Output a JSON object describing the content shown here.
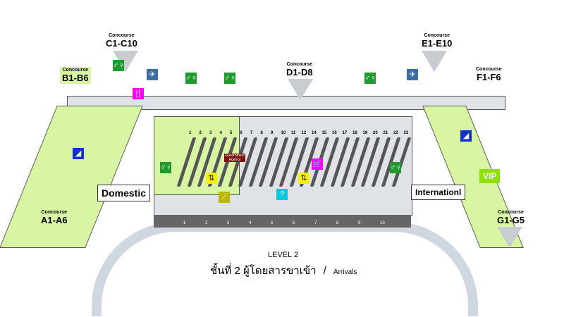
{
  "concourses": [
    {
      "small": "Concourse",
      "big": "C1-C10"
    },
    {
      "small": "Concourse",
      "big": "B1-B6"
    },
    {
      "small": "Concourse",
      "big": "A1-A6"
    },
    {
      "small": "Concourse",
      "big": "D1-D8"
    },
    {
      "small": "Concourse",
      "big": "E1-E10"
    },
    {
      "small": "Concourse",
      "big": "F1-F6"
    },
    {
      "small": "Concourse",
      "big": "G1-G5"
    }
  ],
  "zones": {
    "domestic": "Domestic",
    "international": "Internationl",
    "vip": "VIP",
    "government": "Government Agency"
  },
  "belts": [
    "1",
    "2",
    "3",
    "4",
    "5",
    "6",
    "7",
    "8",
    "9",
    "10",
    "11",
    "12",
    "14",
    "15",
    "16",
    "17",
    "18",
    "19",
    "20",
    "21",
    "22",
    "23"
  ],
  "doors": [
    "1",
    "2",
    "3",
    "4",
    "5",
    "6",
    "7",
    "8",
    "9",
    "10"
  ],
  "footer": {
    "level": "LEVEL 2",
    "thai": "ชั้นที่ 2 ผู้โดยสารขาเข้า",
    "sep": "/",
    "english": "Arrivals"
  },
  "icons": {
    "wc": "restroom-icon",
    "info": "information-icon",
    "shop": "shopping-cart-icon",
    "elevator": "elevator-icon",
    "escalator": "escalator-icon",
    "transfer": "transfer-icon",
    "restaurant": "restaurant-icon"
  },
  "colors": {
    "green_zone": "#d7f5a3",
    "restroom": "#1f9b2e",
    "magenta": "#ff00ff",
    "info": "#00c8e0",
    "yellow": "#ffee00",
    "blue": "#1133cc",
    "road": "#cfd8e0"
  }
}
